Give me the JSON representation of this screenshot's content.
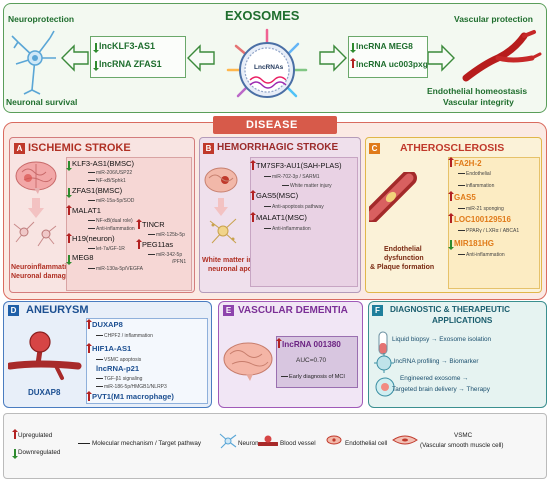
{
  "exosomes": {
    "title": "EXOSOMES",
    "center_label": "LncRNAs",
    "left_top": "Neuroprotection",
    "left_bottom": "Neuronal survival",
    "right_top": "Vascular protection",
    "right_bottom_1": "Endothelial homeostasis",
    "right_bottom_2": "Vascular integrity",
    "left_box": [
      "lncKLF3-AS1",
      "lncRNA ZFAS1"
    ],
    "right_box": [
      "lncRNA MEG8",
      "lncRNA uc003pxg"
    ]
  },
  "disease": {
    "banner": "DISEASE"
  },
  "ischemic": {
    "letter": "A",
    "title": "ISCHEMIC STROKE",
    "caption_1": "Neuroinflammation",
    "caption_2": "Neuronal damage",
    "klf": "KLF3-AS1(BMSC)",
    "klf_l1": "miR-206/USP22",
    "klf_l2": "NF-κB/Sphk1",
    "zfas": "ZFAS1(BMSC)",
    "zfas_l1": "miR-15a-5p/SOD",
    "malat": "MALAT1",
    "malat_l1": "NF-κB(dual role)",
    "malat_l2": "Anti-inflammation",
    "h19": "H19(neuron)",
    "h19_l1": "let-7a/GF-1R",
    "meg": "MEG8",
    "meg_l1": "miR-130a-5p/VEGFA",
    "tincr": "TINCR",
    "tincr_l1": "miR-125b-5p",
    "peg": "PEG11as",
    "peg_l1": "miR-342-5p",
    "peg_l2": "/PFN1"
  },
  "hemorrhagic": {
    "letter": "B",
    "title": "HEMORRHAGIC STROKE",
    "caption_1": "White matter injury &",
    "caption_2": "neuronal apoptosis",
    "tm": "TM7SF3-AU1(SAH-PLAS)",
    "tm_l1": "miR-702-3p / SARM1",
    "tm_l2": "White matter injury",
    "gas": "GAS5(MSC)",
    "gas_l1": "Anti-apoptosis pathway",
    "malat": "MALAT1(MSC)",
    "malat_l1": "Anti-inflammation"
  },
  "athero": {
    "letter": "C",
    "title": "ATHEROSCLEROSIS",
    "caption_1": "Endothelial",
    "caption_2": "dysfunction",
    "caption_3": "& Plaque formation",
    "fa": "FA2H-2",
    "fa_l1": "Endothelial",
    "fa_l2": "inflammation",
    "gas": "GAS5",
    "gas_l1": "miR-21 sponging",
    "loc": "LOC100129516",
    "loc_l1": "PPARγ / LXRα / ABCA1",
    "mir": "MIR181HG",
    "mir_l1": "Anti-inflammation"
  },
  "aneurysm": {
    "letter": "D",
    "title": "ANEURYSM",
    "caption": "DUXAP8",
    "duxap": "DUXAP8",
    "duxap_l1": "CHPF2 / inflammation",
    "hif": "HIF1A-AS1",
    "hif_l1": "VSMC apoptosis",
    "p21": "lncRNA-p21",
    "p21_l1": "TGF-β1 signaling",
    "p21_l2": "miR-186-5p/HMGB1/NLRP3",
    "pvt": "PVT1(M1 macrophage)"
  },
  "dementia": {
    "letter": "E",
    "title": "VASCULAR DEMENTIA",
    "lnc": "lncRNA 001380",
    "auc": "AUC=0.70",
    "early": "Early diagnosis of MCI"
  },
  "diagnostic": {
    "letter": "F",
    "title_1": "DIAGNOSTIC & THERAPEUTIC",
    "title_2": "APPLICATIONS",
    "row1": "Liquid biopsy → Exosome isolation",
    "row2": "lncRNA profiling → Biomarker",
    "row3a": "Engineered exosome →",
    "row3b": "Targeted brain delivery → Therapy"
  },
  "legend": {
    "up": "Upregulated",
    "down": "Downregulated",
    "mech": "Molecular mechanism / Target pathway",
    "neuron": "Neuron",
    "vessel": "Blood vessel",
    "endo": "Endothelial cell",
    "vsmc": "VSMC",
    "vsmc_full": "(Vascular smooth muscle cell)"
  },
  "colors": {
    "green": "#2e7d32",
    "red": "#c0392b",
    "blue": "#1565c0",
    "purple": "#8e24aa",
    "orange": "#e67e22",
    "teal": "#1b8a8a"
  }
}
